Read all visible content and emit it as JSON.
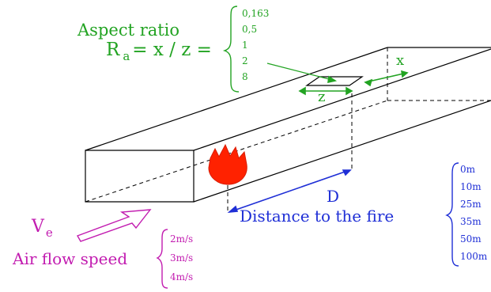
{
  "aspect": {
    "title": "Aspect ratio",
    "r": "R",
    "sub": "a",
    "formula": "= x / z =",
    "values": [
      "0,163",
      "0,5",
      "1",
      "2",
      "8"
    ],
    "x_label": "x",
    "z_label": "z"
  },
  "fire": {
    "d_label": "D",
    "distance_label": "Distance to the fire",
    "distances": [
      "0m",
      "10m",
      "25m",
      "35m",
      "50m",
      "100m"
    ]
  },
  "flow": {
    "v": "V",
    "sub": "e",
    "label": "Air flow speed",
    "speeds": [
      "2m/s",
      "3m/s",
      "4m/s"
    ]
  },
  "colors": {
    "green": "#22a322",
    "blue": "#1f2fd6",
    "magenta": "#c21cb0",
    "fire": "#ff2200",
    "line": "#000000"
  }
}
